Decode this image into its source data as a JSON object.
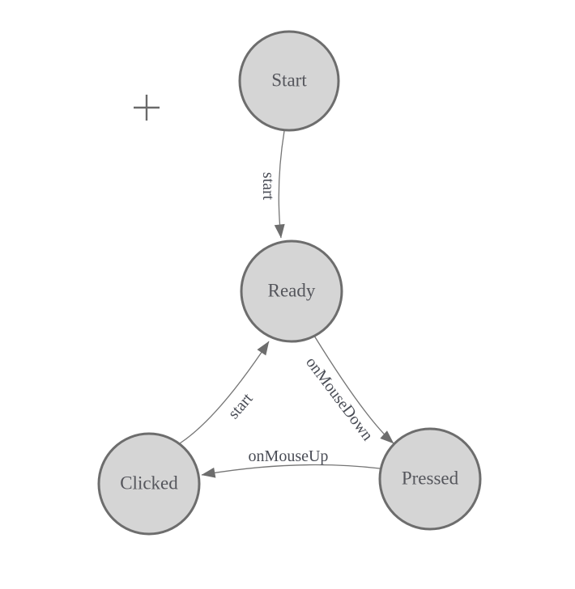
{
  "colors": {
    "node-fill": "#d5d5d5",
    "node-stroke": "#6d6d6d",
    "edge-line": "#757575",
    "arrow-fill": "#6d6d6d",
    "node-text": "#55565c",
    "edge-text": "#4a4d56",
    "crosshair": "#6a6a6a",
    "canvas-bg": "#ffffff"
  },
  "diagram": {
    "type": "state-machine",
    "nodes": [
      {
        "id": "start",
        "label": "Start"
      },
      {
        "id": "ready",
        "label": "Ready"
      },
      {
        "id": "clicked",
        "label": "Clicked"
      },
      {
        "id": "pressed",
        "label": "Pressed"
      }
    ],
    "edges": [
      {
        "from": "Start",
        "to": "Ready",
        "label": "start"
      },
      {
        "from": "Clicked",
        "to": "Ready",
        "label": "start"
      },
      {
        "from": "Ready",
        "to": "Pressed",
        "label": "onMouseDown"
      },
      {
        "from": "Pressed",
        "to": "Clicked",
        "label": "onMouseUp"
      }
    ]
  }
}
